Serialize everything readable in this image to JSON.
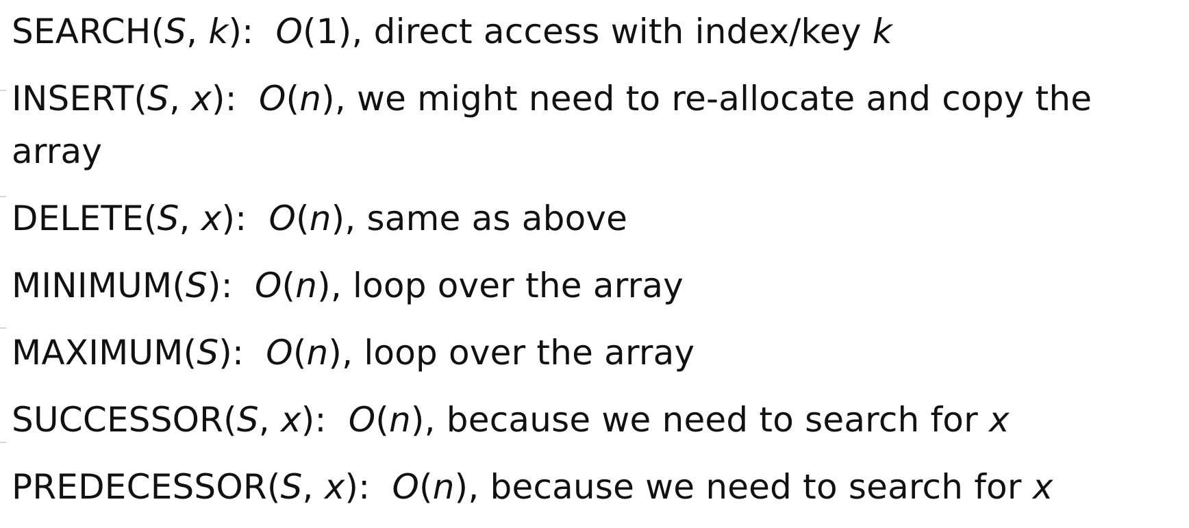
{
  "operations": [
    {
      "name": "SEARCH",
      "args": [
        "S",
        "k"
      ],
      "complexity": "1",
      "complexity_italic": false,
      "description": ", direct access with index/key ",
      "trailing_var": "k"
    },
    {
      "name": "INSERT",
      "args": [
        "S",
        "x"
      ],
      "complexity": "n",
      "complexity_italic": true,
      "description": ", we might need to re-allocate and copy the array",
      "trailing_var": ""
    },
    {
      "name": "DELETE",
      "args": [
        "S",
        "x"
      ],
      "complexity": "n",
      "complexity_italic": true,
      "description": ", same as above",
      "trailing_var": ""
    },
    {
      "name": "MINIMUM",
      "args": [
        "S"
      ],
      "complexity": "n",
      "complexity_italic": true,
      "description": ", loop over the array",
      "trailing_var": ""
    },
    {
      "name": "MAXIMUM",
      "args": [
        "S"
      ],
      "complexity": "n",
      "complexity_italic": true,
      "description": ", loop over the array",
      "trailing_var": ""
    },
    {
      "name": "SUCCESSOR",
      "args": [
        "S",
        "x"
      ],
      "complexity": "n",
      "complexity_italic": true,
      "description": ", because we need to search for ",
      "trailing_var": "x"
    },
    {
      "name": "PREDECESSOR",
      "args": [
        "S",
        "x"
      ],
      "complexity": "n",
      "complexity_italic": true,
      "description": ", because we need to search for ",
      "trailing_var": "x"
    }
  ]
}
